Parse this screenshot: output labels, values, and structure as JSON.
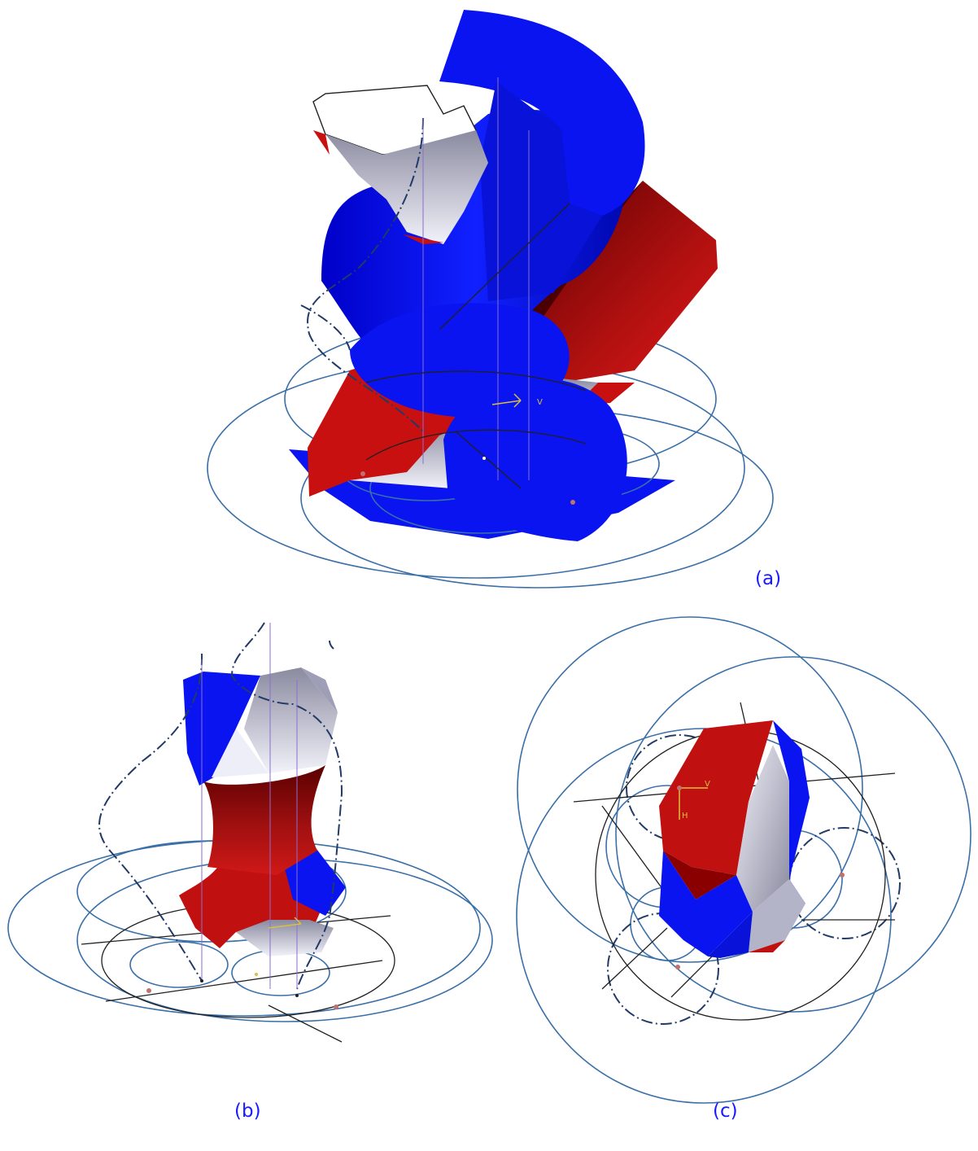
{
  "figure": {
    "colors": {
      "blue_face": "#0a14f0",
      "red_face": "#c81010",
      "dark_red": "#5a0000",
      "grey_face": "#a8a8c0",
      "light_face": "#e8e8f4",
      "construction_blue": "#3a6fa8",
      "construction_black": "#202020",
      "caption": "#1a1aff",
      "axis_marker": "#d8c040"
    },
    "panels": [
      {
        "id": "a",
        "caption": "(a)",
        "axis_label": "V"
      },
      {
        "id": "b",
        "caption": "(b)"
      },
      {
        "id": "c",
        "caption": "(c)",
        "axis_labels": [
          "V",
          "H"
        ]
      }
    ]
  }
}
